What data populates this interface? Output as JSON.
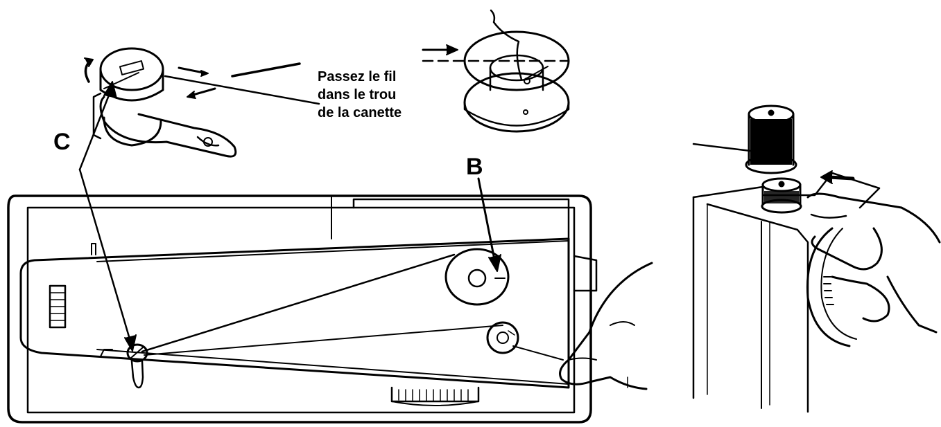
{
  "labels": {
    "b": "B",
    "c": "C"
  },
  "caption": {
    "line1": "Passez le fil",
    "line2": "dans le trou",
    "line3": "de la canette"
  },
  "colors": {
    "ink": "#000000",
    "paper": "#ffffff"
  }
}
